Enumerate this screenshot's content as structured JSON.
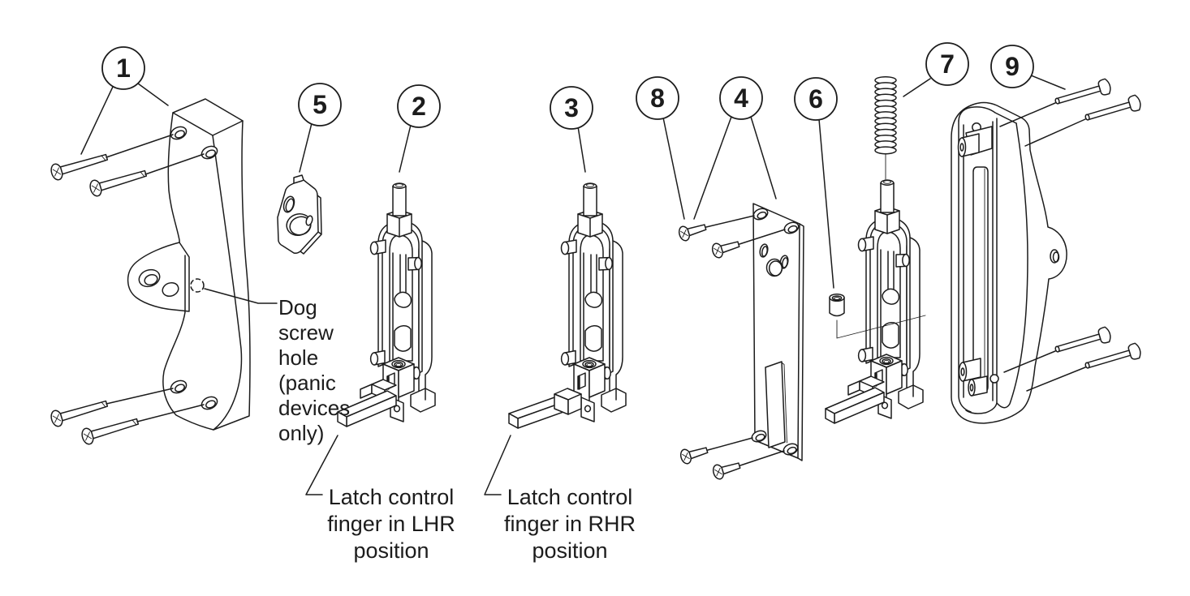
{
  "diagram": {
    "kind": "exploded-parts-line-drawing",
    "colors": {
      "line": "#1c1c1c",
      "background": "#ffffff"
    },
    "callouts": [
      {
        "number": "1"
      },
      {
        "number": "2"
      },
      {
        "number": "3"
      },
      {
        "number": "4"
      },
      {
        "number": "5"
      },
      {
        "number": "6"
      },
      {
        "number": "7"
      },
      {
        "number": "8"
      },
      {
        "number": "9"
      }
    ],
    "labels": {
      "dog_screw_hole": "Dog\nscrew\nhole\n(panic\ndevices\nonly)",
      "latch_lhr": "Latch control\nfinger in LHR\nposition",
      "latch_rhr": "Latch control\nfinger in RHR\nposition"
    }
  }
}
